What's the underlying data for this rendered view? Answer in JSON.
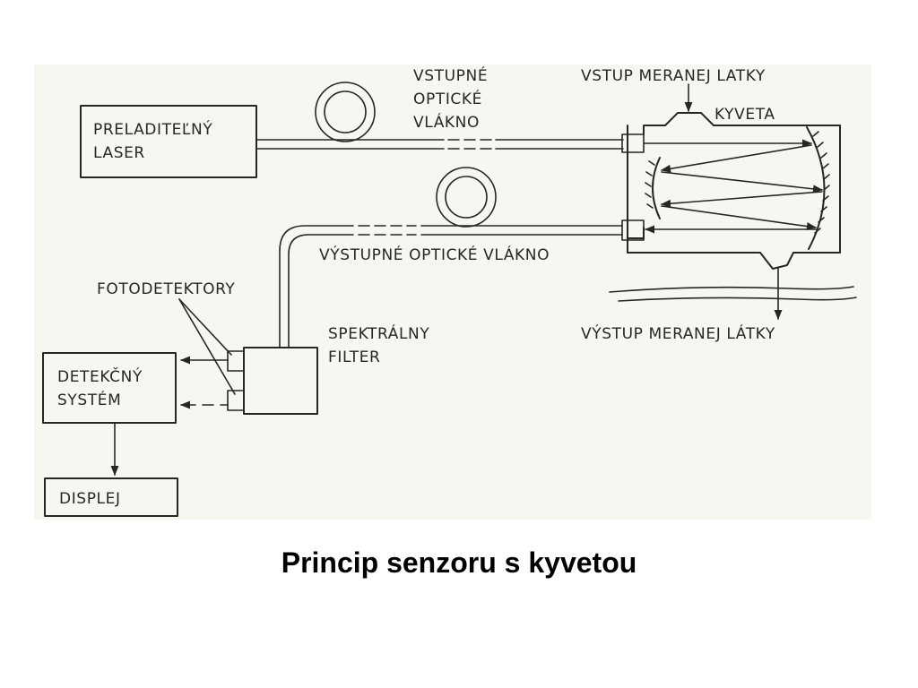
{
  "title": "Princip senzoru s kyvetou",
  "diagram": {
    "laser_line1": "PRELADITEĽNÝ",
    "laser_line2": "LASER",
    "input_fiber_line1": "VSTUPNÉ",
    "input_fiber_line2": "OPTICKÉ",
    "input_fiber_line3": "VLÁKNO",
    "substance_input": "VSTUP MERANEJ LATKY",
    "cuvette": "KYVETA",
    "output_fiber": "VÝSTUPNÉ OPTICKÉ VLÁKNO",
    "photodetectors": "FOTODETEKTORY",
    "spectral_filter_line1": "SPEKTRÁLNY",
    "spectral_filter_line2": "FILTER",
    "substance_output": "VÝSTUP MERANEJ LÁTKY",
    "detection_line1": "DETEKČNÝ",
    "detection_line2": "SYSTÉM",
    "display": "DISPLEJ"
  },
  "colors": {
    "ink": "#262626",
    "panel": "#f7f7f2",
    "background": "#ffffff"
  }
}
